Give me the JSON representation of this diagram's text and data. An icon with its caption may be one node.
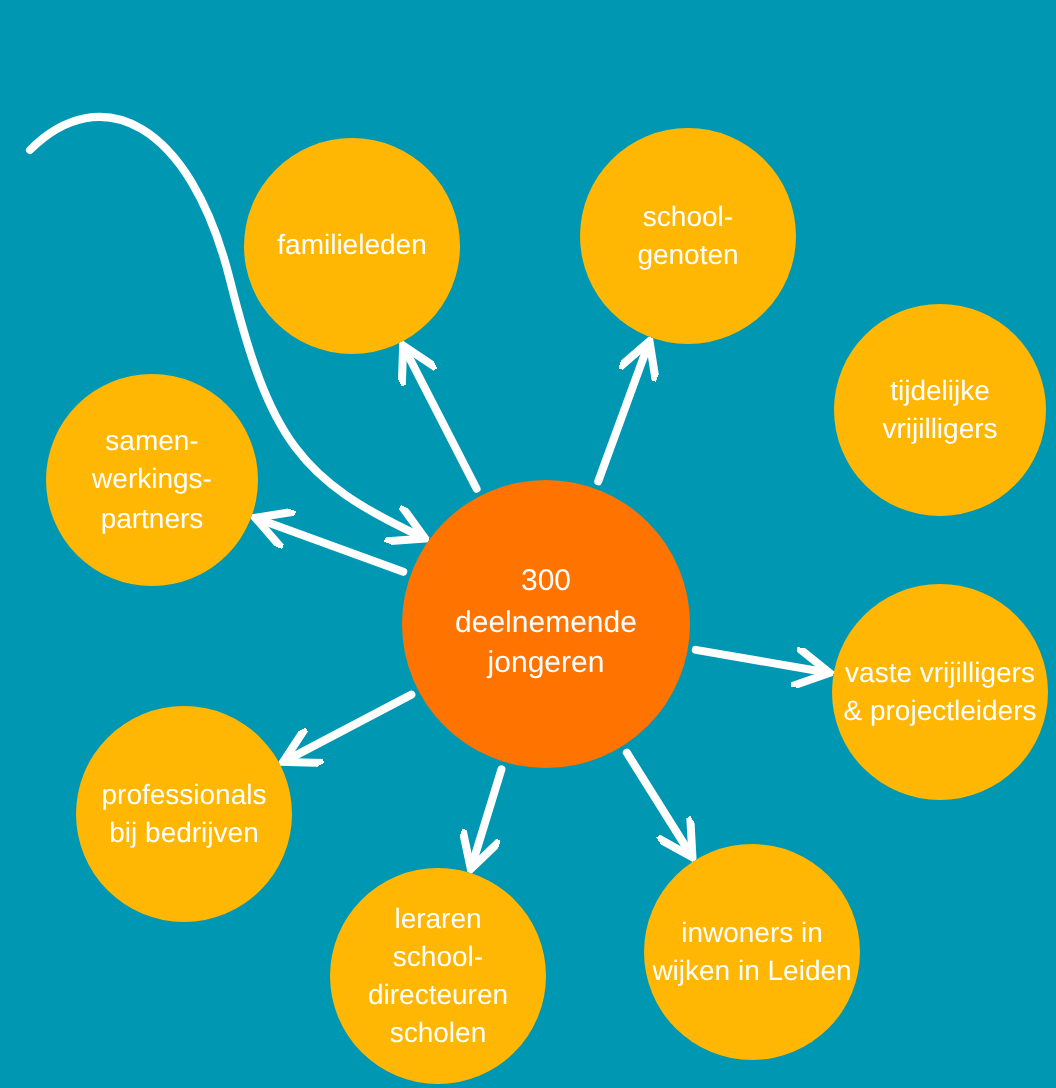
{
  "diagram": {
    "nodes": [
      {
        "text": [
          "300 deelnemende jongeren"
        ]
      },
      {
        "text": [
          "familieleden"
        ]
      },
      {
        "text": [
          "school- genoten"
        ]
      },
      {
        "text": [
          "tijdelijke vrijilligers"
        ]
      },
      {
        "text": [
          "samen- werkings- partners"
        ]
      },
      {
        "text": [
          "vaste vrijilligers & projectleiders"
        ]
      },
      {
        "text": [
          "professionals bij bedrijven"
        ]
      },
      {
        "text": [
          "leraren school- directeuren scholen"
        ]
      },
      {
        "text": [
          "inwoners in wijken in Leiden"
        ]
      }
    ],
    "edges": [
      {
        "from": null,
        "to": 0,
        "arrow": "to"
      },
      {
        "from": 0,
        "to": 1,
        "arrow": "to"
      },
      {
        "from": 0,
        "to": 2,
        "arrow": "to"
      },
      {
        "from": 0,
        "to": 4,
        "arrow": "to"
      },
      {
        "from": 0,
        "to": 5,
        "arrow": "to"
      },
      {
        "from": 0,
        "to": 6,
        "arrow": "to"
      },
      {
        "from": 0,
        "to": 7,
        "arrow": "to"
      },
      {
        "from": 0,
        "to": 8,
        "arrow": "to"
      }
    ]
  }
}
